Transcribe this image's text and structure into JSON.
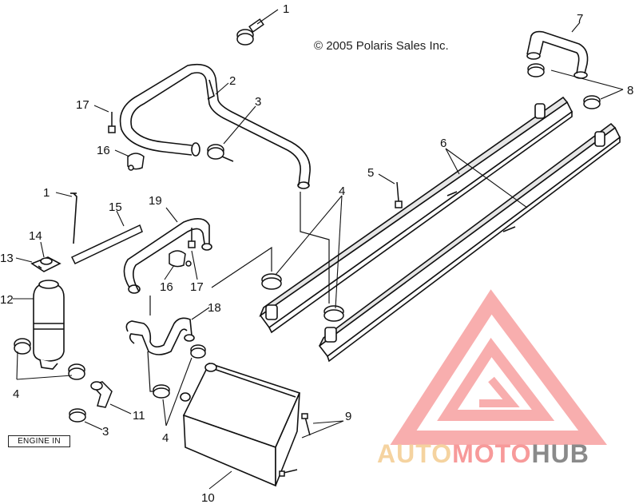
{
  "copyright": "© 2005 Polaris Sales Inc.",
  "engine_label": "ENGINE IN",
  "watermark": {
    "part1": "AUTO",
    "part2": "MOTO",
    "part3": "HUB",
    "colors": {
      "auto": "#f5d3a0",
      "moto": "#f79a9a",
      "hub": "#8a8a8a",
      "logo": "#f7a0a0"
    }
  },
  "callouts": {
    "c1a": "1",
    "c2": "2",
    "c3a": "3",
    "c7": "7",
    "c8": "8",
    "c17a": "17",
    "c16a": "16",
    "c6": "6",
    "c5": "5",
    "c4a": "4",
    "c1b": "1",
    "c15": "15",
    "c19": "19",
    "c14": "14",
    "c13": "13",
    "c16b": "16",
    "c17b": "17",
    "c12": "12",
    "c18": "18",
    "c4b": "4",
    "c11": "11",
    "c3b": "3",
    "c4c": "4",
    "c9": "9",
    "c10": "10"
  }
}
